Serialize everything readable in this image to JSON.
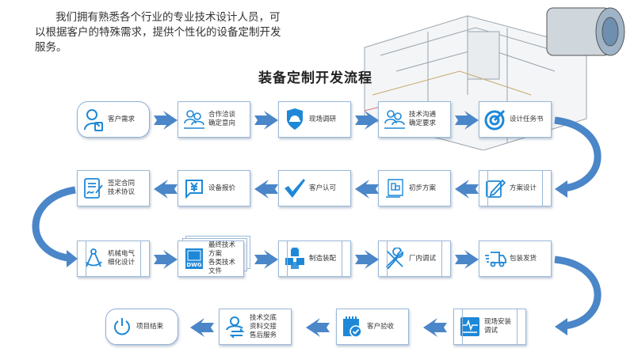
{
  "intro": "我们拥有熟悉各个行业的专业技术设计人员，可以根据客户的特殊需求，提供个性化的设备定制开发服务。",
  "title": "装备定制开发流程",
  "accent_color": "#1e88d8",
  "arrow_color": "#4a86c8",
  "steps": [
    {
      "label": "客户需求",
      "icon": "user-phone-icon"
    },
    {
      "label": "合作洽谈\n确定意向",
      "icon": "meeting-icon"
    },
    {
      "label": "现场调研",
      "icon": "safety-helmet-shield-icon"
    },
    {
      "label": "技术沟通\n确定要求",
      "icon": "meeting-icon"
    },
    {
      "label": "设计任务书",
      "icon": "target-icon"
    },
    {
      "label": "方案设计",
      "icon": "edit-pen-icon"
    },
    {
      "label": "初步方案",
      "icon": "scroll-document-icon"
    },
    {
      "label": "客户认可",
      "icon": "checkmark-icon"
    },
    {
      "label": "设备报价",
      "icon": "yen-chat-icon"
    },
    {
      "label": "签定合同\n技术协议",
      "icon": "contract-sign-icon"
    },
    {
      "label": "机械电气\n细化设计",
      "icon": "compass-icon"
    },
    {
      "label": "最终技术方案\n各类技术文件",
      "icon": "dwg-file-icon",
      "badge": "DWG"
    },
    {
      "label": "制造装配",
      "icon": "cubes-icon"
    },
    {
      "label": "厂内调试",
      "icon": "tools-icon"
    },
    {
      "label": "包装发货",
      "icon": "delivery-truck-icon"
    },
    {
      "label": "现场安装\n调试",
      "icon": "monitor-pulse-icon"
    },
    {
      "label": "客户验收",
      "icon": "calendar-check-icon"
    },
    {
      "label": "技术交底\n资料交接\n售后服务",
      "icon": "user-exchange-icon"
    },
    {
      "label": "项目结束",
      "icon": "power-icon"
    }
  ]
}
